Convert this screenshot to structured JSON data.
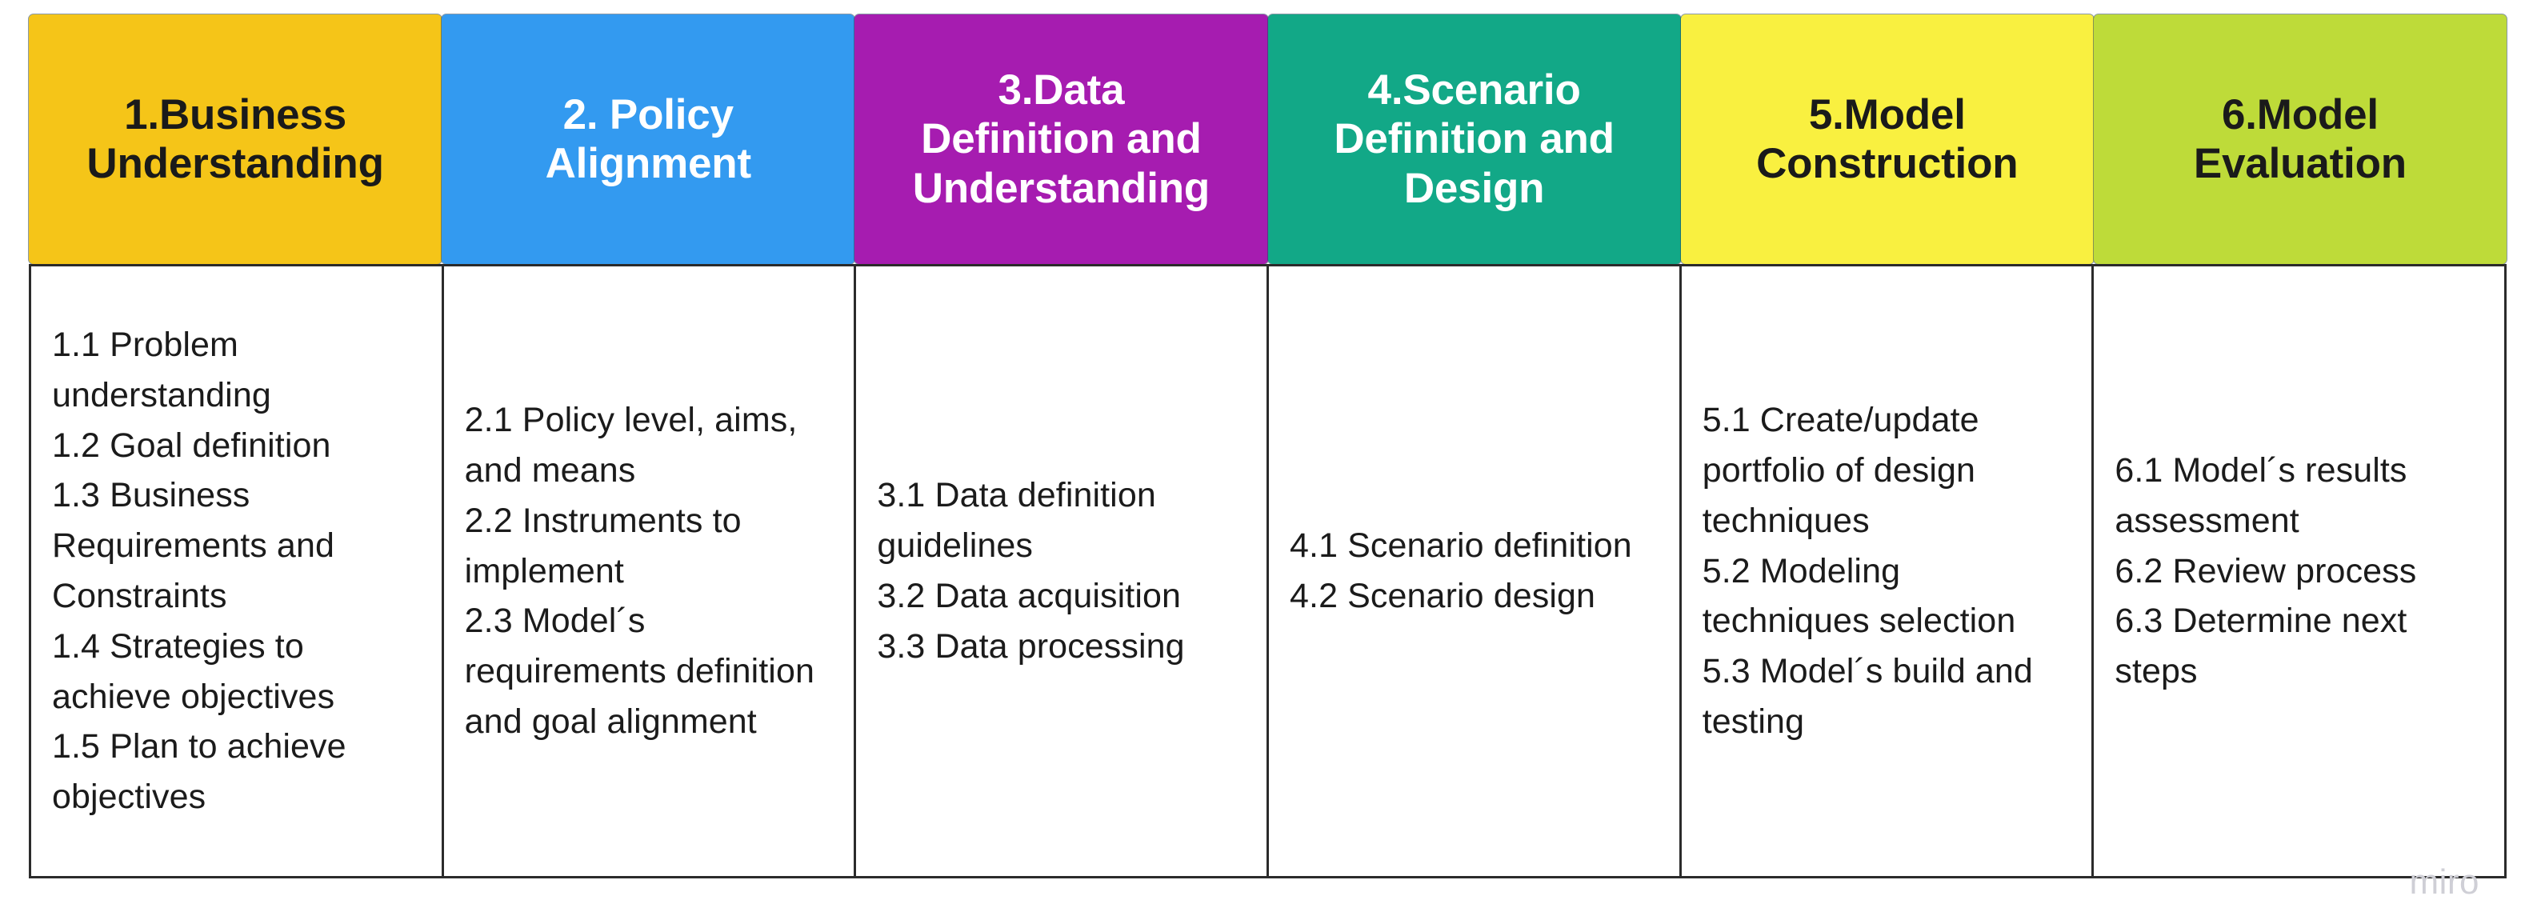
{
  "board": {
    "watermark": "miro",
    "border_color": "#2b2b2b"
  },
  "columns": [
    {
      "id": "business-understanding",
      "header": "1.Business\nUnderstanding",
      "header_bg": "#F5C518",
      "header_text_color": "#1a1a1a",
      "items_text": "1.1 Problem understanding\n1.2 Goal definition\n1.3 Business Requirements and Constraints\n1.4 Strategies to achieve objectives\n1.5 Plan to achieve objectives",
      "items": [
        "1.1 Problem understanding",
        "1.2 Goal definition",
        "1.3 Business Requirements and Constraints",
        "1.4 Strategies to achieve objectives",
        "1.5 Plan to achieve objectives"
      ]
    },
    {
      "id": "policy-alignment",
      "header": "2. Policy\nAlignment",
      "header_bg": "#339AF0",
      "header_text_color": "#ffffff",
      "items_text": "2.1 Policy level, aims, and means\n2.2 Instruments to implement\n2.3 Model´s requirements definition and goal alignment",
      "items": [
        "2.1 Policy level, aims, and means",
        "2.2 Instruments to implement",
        "2.3 Model´s requirements definition and goal alignment"
      ]
    },
    {
      "id": "data-definition-and-understanding",
      "header": "3.Data\nDefinition and\nUnderstanding",
      "header_bg": "#A61CB0",
      "header_text_color": "#ffffff",
      "items_text": "3.1 Data definition guidelines\n3.2 Data acquisition\n3.3 Data processing",
      "items": [
        "3.1 Data definition guidelines",
        "3.2 Data acquisition",
        "3.3 Data processing"
      ]
    },
    {
      "id": "scenario-definition-and-design",
      "header": "4.Scenario\nDefinition and\nDesign",
      "header_bg": "#12A887",
      "header_text_color": "#ffffff",
      "items_text": "4.1 Scenario definition\n4.2 Scenario design",
      "items": [
        "4.1 Scenario definition",
        "4.2 Scenario design"
      ]
    },
    {
      "id": "model-construction",
      "header": "5.Model\nConstruction",
      "header_bg": "#F9F040",
      "header_text_color": "#1a1a1a",
      "items_text": "5.1 Create/update portfolio of design techniques\n5.2 Modeling techniques selection\n5.3 Model´s build and testing",
      "items": [
        "5.1 Create/update portfolio of design techniques",
        "5.2 Modeling techniques selection",
        "5.3 Model´s build and testing"
      ]
    },
    {
      "id": "model-evaluation",
      "header": "6.Model\nEvaluation",
      "header_bg": "#BEDB39",
      "header_text_color": "#1a1a1a",
      "items_text": "6.1 Model´s results assessment\n6.2 Review process\n6.3 Determine next steps",
      "items": [
        "6.1 Model´s results assessment",
        "6.2 Review process",
        "6.3 Determine next steps"
      ]
    }
  ]
}
